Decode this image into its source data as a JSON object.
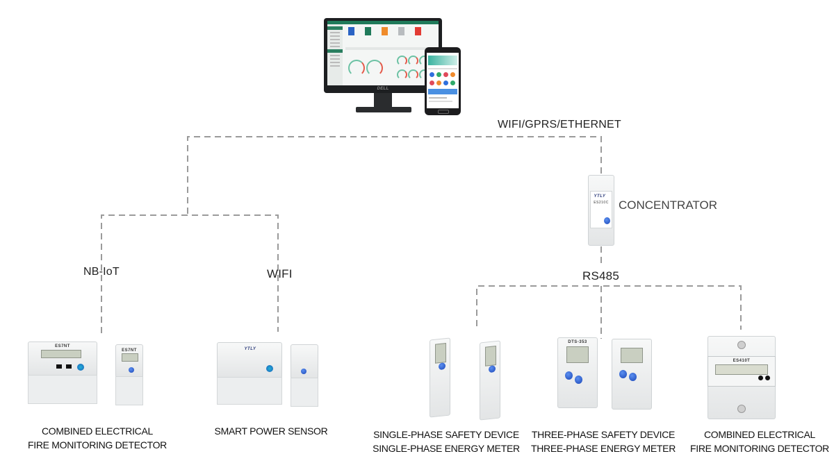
{
  "diagram": {
    "title": "IoT energy / electrical fire monitoring network topology",
    "colors": {
      "line": "#9a9a9a",
      "text": "#222222",
      "knob_blue": "#2a5bd0",
      "screen_green": "#1f7a5a"
    },
    "top_node": {
      "monitor_icon": "desktop-monitor-icon",
      "phone_icon": "smartphone-icon",
      "monitor_brand": "DELL"
    },
    "links": {
      "uplink": "WIFI/GPRS/ETHERNET",
      "nbiot": "NB-IoT",
      "wifi": "WIFI",
      "rs485": "RS485"
    },
    "concentrator": {
      "label": "CONCENTRATOR",
      "brand": "YTLY",
      "model": "ES210C"
    },
    "devices": [
      {
        "model_a": "ES7NT",
        "model_b": "ES7NT",
        "caption": [
          "COMBINED ELECTRICAL",
          "FIRE MONITORING DETECTOR"
        ]
      },
      {
        "brand": "YTLY",
        "caption": [
          "SMART POWER SENSOR"
        ]
      },
      {
        "caption": [
          "SINGLE-PHASE SAFETY DEVICE",
          "SINGLE-PHASE ENERGY METER"
        ]
      },
      {
        "model_a": "DTS-353",
        "caption": [
          "THREE-PHASE SAFETY DEVICE",
          "THREE-PHASE ENERGY METER"
        ]
      },
      {
        "model_a": "ES410T",
        "caption": [
          "COMBINED ELECTRICAL",
          "FIRE MONITORING DETECTOR"
        ]
      }
    ]
  }
}
